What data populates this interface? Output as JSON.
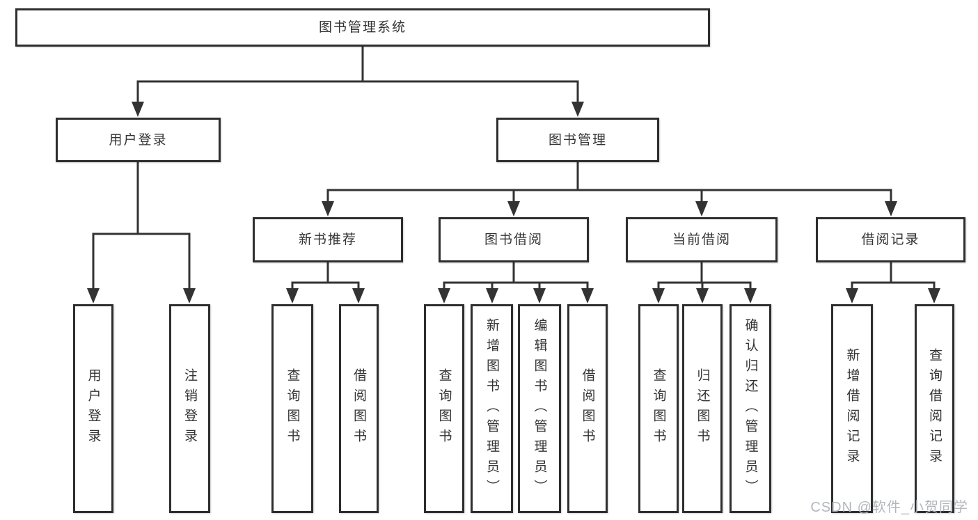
{
  "tree": {
    "label": "图书管理系统",
    "children": [
      {
        "label": "用户登录",
        "children": [
          {
            "label": "用户登录"
          },
          {
            "label": "注销登录"
          }
        ]
      },
      {
        "label": "图书管理",
        "children": [
          {
            "label": "新书推荐",
            "children": [
              {
                "label": "查询图书"
              },
              {
                "label": "借阅图书"
              }
            ]
          },
          {
            "label": "图书借阅",
            "children": [
              {
                "label": "查询图书"
              },
              {
                "label": "新增图书（管理员）"
              },
              {
                "label": "编辑图书（管理员）"
              },
              {
                "label": "借阅图书"
              }
            ]
          },
          {
            "label": "当前借阅",
            "children": [
              {
                "label": "查询图书"
              },
              {
                "label": "归还图书"
              },
              {
                "label": "确认归还（管理员）"
              }
            ]
          },
          {
            "label": "借阅记录",
            "children": [
              {
                "label": "新增借阅记录"
              },
              {
                "label": "查询借阅记录"
              }
            ]
          }
        ]
      }
    ]
  },
  "watermark": {
    "text": "CSDN @软件_小贺同学"
  },
  "colors": {
    "line": "#333333",
    "node_border": "#2e2e2e",
    "node_bg": "#ffffff",
    "text": "#333333",
    "watermark": "#b3b7bd",
    "background": "#ffffff"
  }
}
